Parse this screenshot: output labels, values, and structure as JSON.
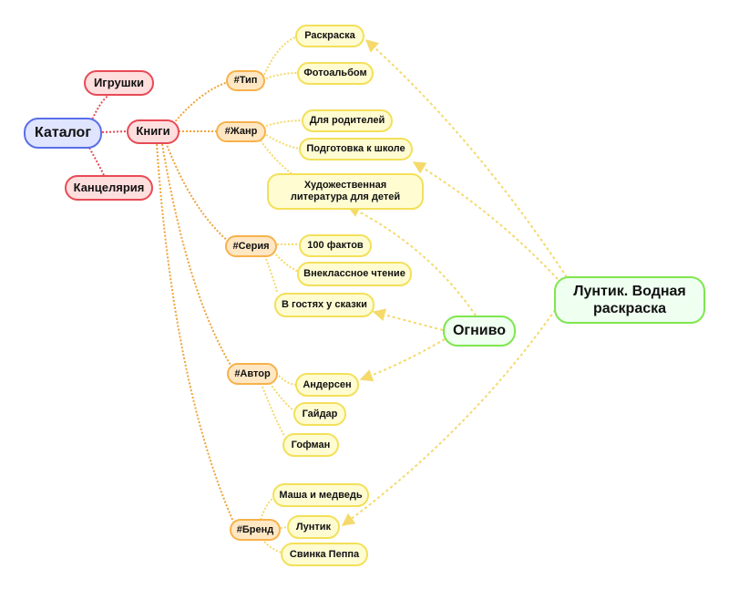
{
  "root": "Каталог",
  "categories": {
    "toys": "Игрушки",
    "books": "Книги",
    "stationery": "Канцелярия"
  },
  "tags": {
    "type": "#Тип",
    "genre": "#Жанр",
    "series": "#Серия",
    "author": "#Автор",
    "brand": "#Бренд"
  },
  "values": {
    "coloring": "Раскраска",
    "photoalbum": "Фотоальбом",
    "for_parents": "Для родителей",
    "school_prep": "Подготовка к школе",
    "fiction": "Художественная литература для детей",
    "facts100": "100 фактов",
    "extracurricular": "Внеклассное чтение",
    "fairytale": "В гостях у сказки",
    "andersen": "Андерсен",
    "gaidar": "Гайдар",
    "hoffmann": "Гофман",
    "masha": "Маша и медведь",
    "luntik": "Лунтик",
    "peppa": "Свинка Пеппа"
  },
  "products": {
    "luntik_book": "Лунтик. Водная раскраска",
    "ognivo": "Огниво"
  },
  "colors": {
    "root_border": "#5a6ee8",
    "category_border": "#e84a55",
    "tag_border": "#f6b24a",
    "value_border": "#f3e05a",
    "product_border": "#7fe64f",
    "link_red": "#e84a55",
    "link_orange": "#f0a43a",
    "link_yellow": "#f5d96a",
    "arrow_yellow": "#f5d96a"
  }
}
